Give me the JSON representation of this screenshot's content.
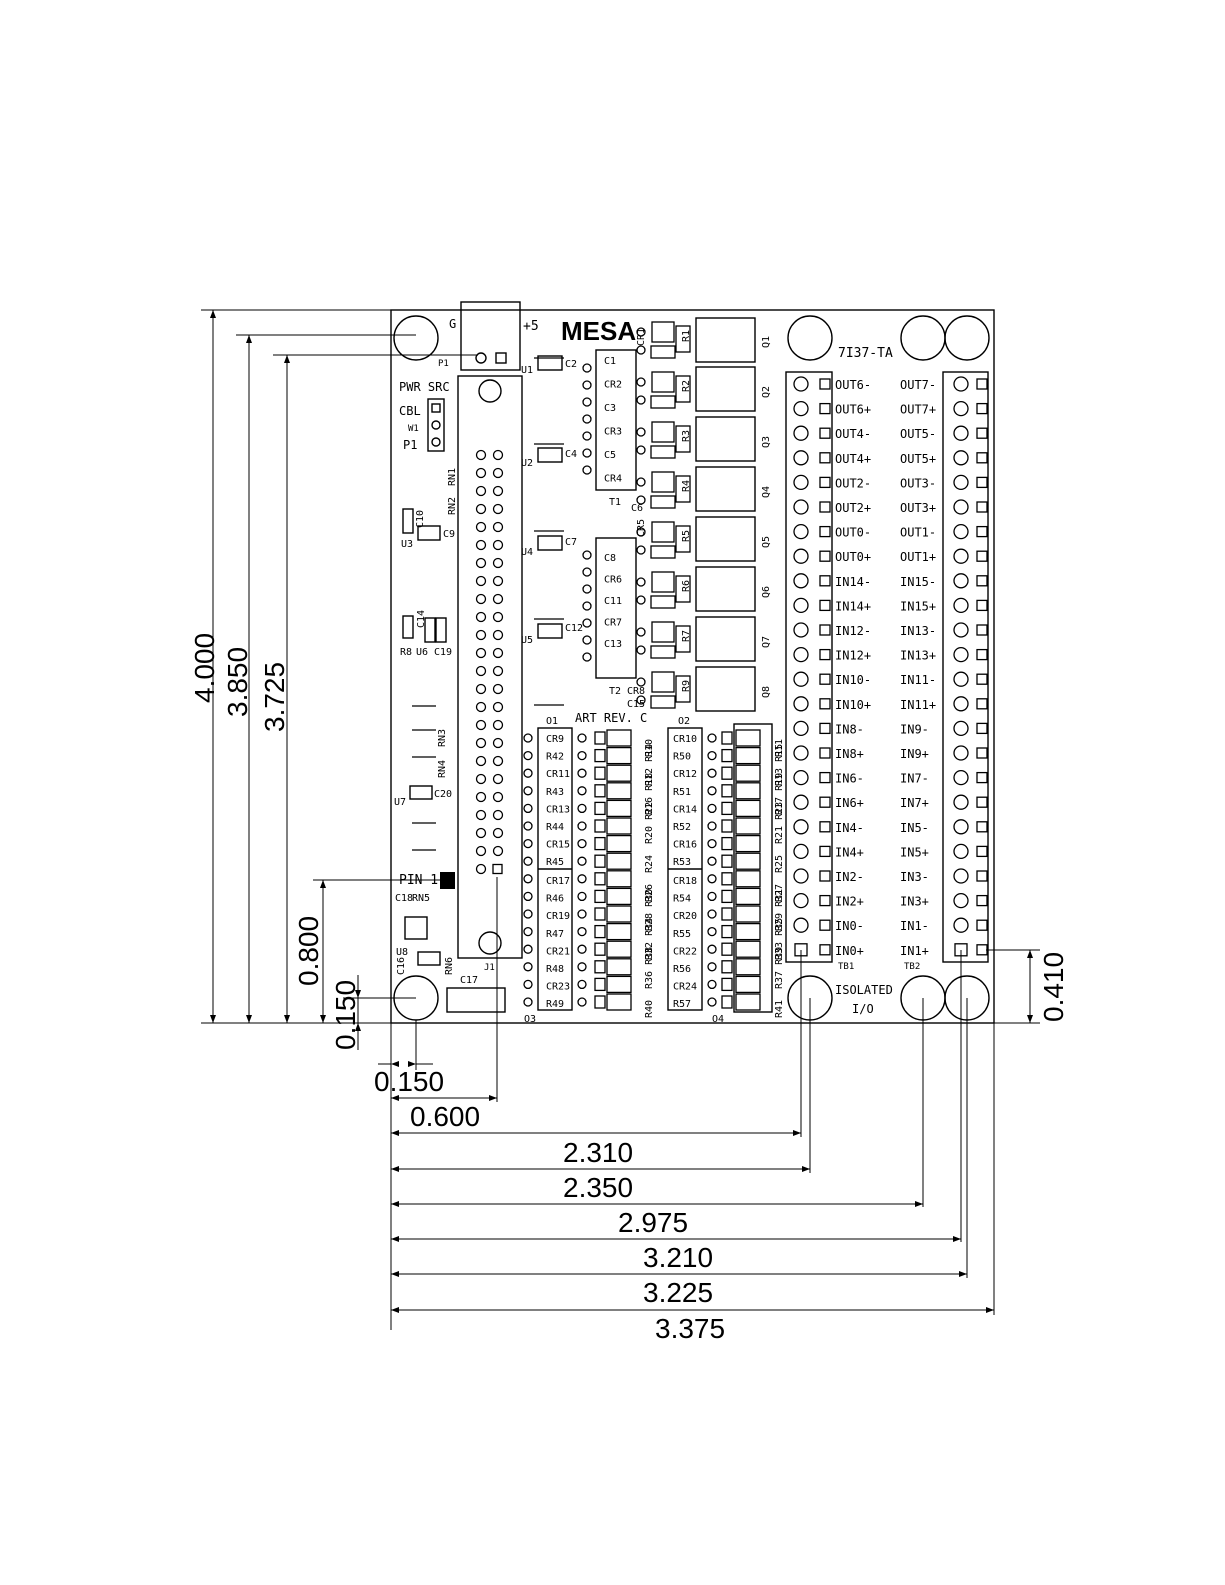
{
  "board": {
    "logo": "MESA",
    "model": "7I37-TA",
    "art_rev": "ART REV. C",
    "plus5": "+5",
    "ground": "G",
    "pwr_src": "PWR SRC",
    "cbl": "CBL",
    "p1": "P1",
    "w1": "W1",
    "pin1": "PIN 1",
    "isolated": "ISOLATED",
    "io": "I/O",
    "tb1": "TB1",
    "tb2": "TB2",
    "j1": "J1"
  },
  "tb1_labels": [
    "OUT6-",
    "OUT6+",
    "OUT4-",
    "OUT4+",
    "OUT2-",
    "OUT2+",
    "OUT0-",
    "OUT0+",
    "IN14-",
    "IN14+",
    "IN12-",
    "IN12+",
    "IN10-",
    "IN10+",
    "IN8-",
    "IN8+",
    "IN6-",
    "IN6+",
    "IN4-",
    "IN4+",
    "IN2-",
    "IN2+",
    "IN0-",
    "IN0+"
  ],
  "tb2_labels": [
    "OUT7-",
    "OUT7+",
    "OUT5-",
    "OUT5+",
    "OUT3-",
    "OUT3+",
    "OUT1-",
    "OUT1+",
    "IN15-",
    "IN15+",
    "IN13-",
    "IN13+",
    "IN11-",
    "IN11+",
    "IN9-",
    "IN9+",
    "IN7-",
    "IN7+",
    "IN5-",
    "IN5+",
    "IN3-",
    "IN3+",
    "IN1-",
    "IN1+"
  ],
  "q_labels": [
    "Q1",
    "Q2",
    "Q3",
    "Q4",
    "Q5",
    "Q6",
    "Q7",
    "Q8"
  ],
  "r_small": [
    "R1",
    "R2",
    "R3",
    "R4",
    "R5",
    "R6",
    "R7",
    "R9"
  ],
  "mid_upper_1": [
    "C1",
    "CR2",
    "C3",
    "CR3",
    "C5",
    "CR4"
  ],
  "mid_upper_2": [
    "C8",
    "CR6",
    "C11",
    "CR7",
    "C13"
  ],
  "o1_top": [
    "CR9",
    "R42",
    "CR11",
    "R43",
    "CR13",
    "R44",
    "CR15",
    "R45"
  ],
  "o1_bot": [
    "CR17",
    "R46",
    "CR19",
    "R47",
    "CR21",
    "R48",
    "CR23",
    "R49"
  ],
  "o2_top": [
    "CR10",
    "R50",
    "CR12",
    "R51",
    "CR14",
    "R52",
    "CR16",
    "R53"
  ],
  "o2_bot": [
    "CR18",
    "R54",
    "CR20",
    "R55",
    "CR22",
    "R56",
    "CR24",
    "R57"
  ],
  "vert_r_left": [
    "R10",
    "R12 R14",
    "R16 R18",
    "R20 R22",
    "R24",
    "R26",
    "R28 R30",
    "R32 R34",
    "R36 R38",
    "R40"
  ],
  "vert_r_right": [
    "R11",
    "R13 R15",
    "R17 R19",
    "R21 R23",
    "R25",
    "R27",
    "R29 R31",
    "R33 R35",
    "R37 R39",
    "R41"
  ],
  "misc": {
    "u1": "U1",
    "c2": "C2",
    "u2": "U2",
    "c4": "C4",
    "u4": "U4",
    "c7": "C7",
    "u5": "U5",
    "c12": "C12",
    "cr1": "CR1",
    "cr5": "CR5",
    "t1": "T1",
    "t2": "T2",
    "c6": "C6",
    "cr8": "CR8",
    "c15": "C15",
    "o1": "O1",
    "o2": "O2",
    "o3": "O3",
    "o4": "O4",
    "rn1": "RN1",
    "rn2": "RN2",
    "rn3": "RN3",
    "rn4": "RN4",
    "rn5": "RN5",
    "rn6": "RN6",
    "c10": "C10",
    "c9": "C9",
    "u3": "U3",
    "c14": "C14",
    "r8": "R8",
    "u6": "U6",
    "c19": "C19",
    "u7": "U7",
    "c20": "C20",
    "c18": "C18",
    "u8": "U8",
    "c16": "C16",
    "c17": "C17"
  },
  "dims": {
    "d4000": "4.000",
    "d3850": "3.850",
    "d3725": "3.725",
    "d0800": "0.800",
    "d0150v": "0.150",
    "d0410": "0.410",
    "h": [
      "0.150",
      "0.600",
      "2.310",
      "2.350",
      "2.975",
      "3.210",
      "3.225",
      "3.375"
    ]
  }
}
